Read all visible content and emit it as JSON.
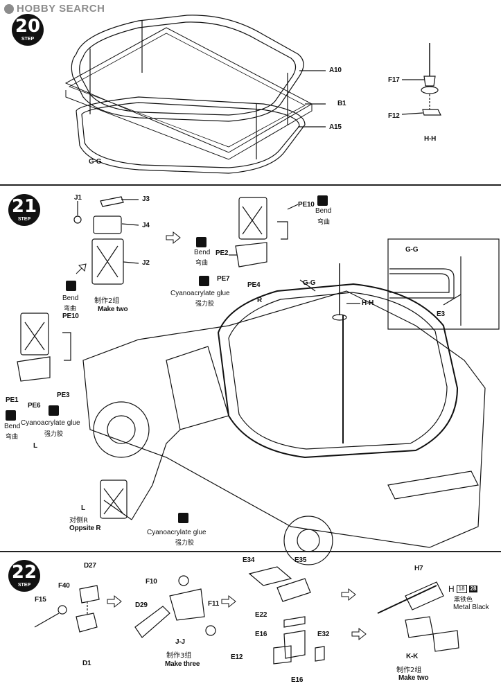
{
  "watermark": {
    "logo_text": "HOBBY SEARCH"
  },
  "step20": {
    "number": "20",
    "step_word": "STEP",
    "labels": {
      "a10": "A10",
      "b1": "B1",
      "a15": "A15",
      "f17": "F17",
      "f12": "F12",
      "hh": "H-H",
      "gg": "G-G"
    }
  },
  "step21": {
    "number": "21",
    "step_word": "STEP",
    "labels": {
      "j1": "J1",
      "j3": "J3",
      "j4": "J4",
      "j2": "J2",
      "pe10_top": "PE10",
      "pe2": "PE2",
      "pe7": "PE7",
      "pe4": "PE4",
      "r": "R",
      "pe10_left": "PE10",
      "pe1": "PE1",
      "pe6": "PE6",
      "pe3": "PE3",
      "l_left": "L",
      "gg": "G-G",
      "hh": "H-H",
      "inset_gg": "G-G",
      "e3": "E3",
      "l_bottom": "L",
      "opposite_cn": "对侧R",
      "opposite_en": "Oppsite R"
    },
    "make_two_cn": "制作2组",
    "make_two_en": "Make two",
    "bend_en_1": "Bend",
    "bend_cn_1": "弯曲",
    "bend_en_2": "Bend",
    "bend_cn_2": "弯曲",
    "bend_en_3": "Bend",
    "bend_cn_3": "弯曲",
    "bend_en_4": "Bend",
    "bend_cn_4": "弯曲",
    "glue_en_1": "Cyanoacrylate glue",
    "glue_cn_1": "强力胶",
    "glue_en_2": "Cyanoacrylate glue",
    "glue_cn_2": "强力胶",
    "glue_en_3": "Cyanoacrylate glue",
    "glue_cn_3": "强力胶"
  },
  "step22": {
    "number": "22",
    "step_word": "STEP",
    "labels": {
      "d27": "D27",
      "f40": "F40",
      "f15": "F15",
      "d1": "D1",
      "f10": "F10",
      "d29": "D29",
      "f11": "F11",
      "jj": "J-J",
      "e34": "E34",
      "e35": "E35",
      "e22": "E22",
      "e16": "E16",
      "e32": "E32",
      "e12": "E12",
      "e16b": "E16",
      "h7": "H7",
      "kk": "K-K"
    },
    "make_three_cn": "制作3组",
    "make_three_en": "Make three",
    "make_two_cn": "制作2组",
    "make_two_en": "Make two",
    "paint": {
      "letter": "H",
      "code1": "18",
      "code2": "28",
      "name_cn": "黑铁色",
      "name_en": "Metal  Black"
    }
  }
}
